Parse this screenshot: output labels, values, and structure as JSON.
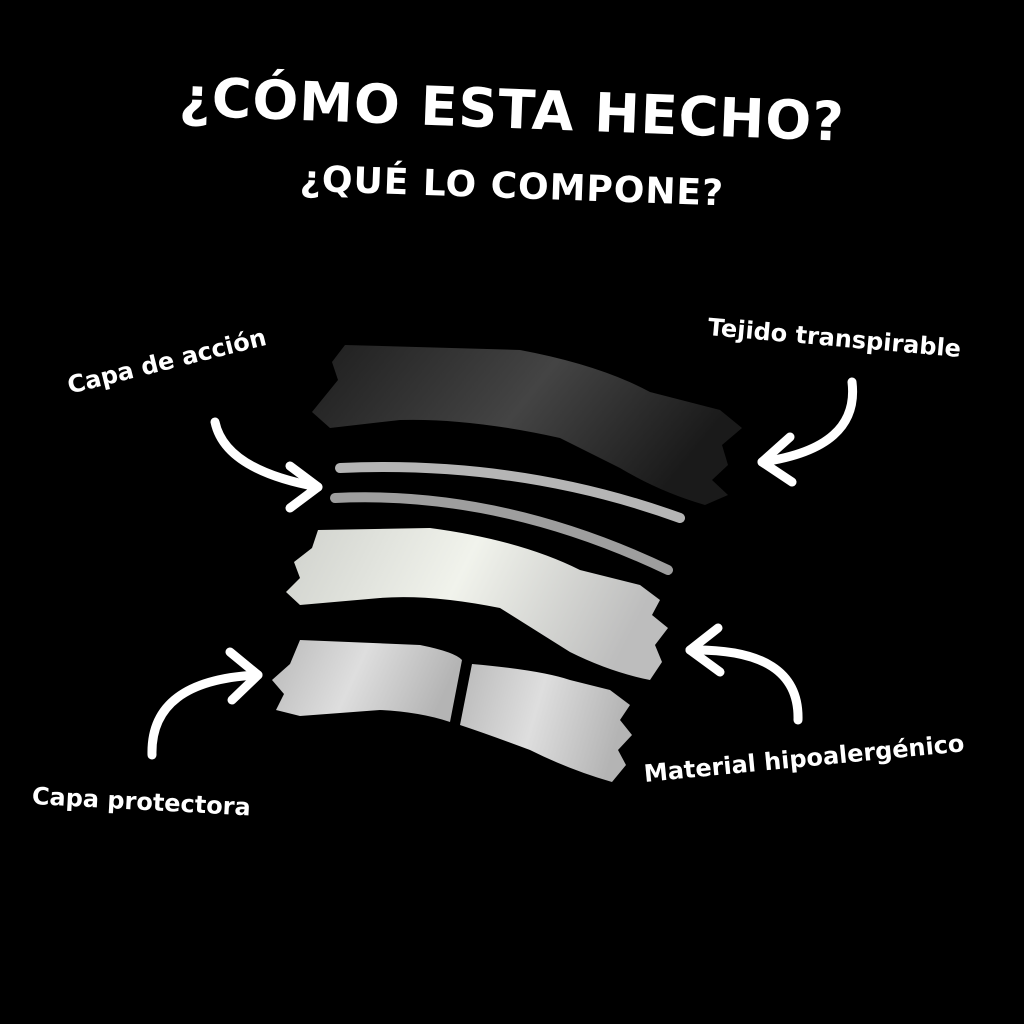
{
  "title": "¿CÓMO ESTA HECHO?",
  "subtitle": "¿QUÉ LO COMPONE?",
  "labels": {
    "capa_accion": "Capa de acción",
    "tejido": "Tejido transpirable",
    "capa_protectora": "Capa protectora",
    "material": "Material hipoalergénico"
  },
  "colors": {
    "background": "#000000",
    "text": "#ffffff",
    "layer_top": "#3a3a3a",
    "layer_strips": "#a8a8a8",
    "layer_middle": "#e6e8e2",
    "layer_bottom": "#c8c8c8"
  }
}
